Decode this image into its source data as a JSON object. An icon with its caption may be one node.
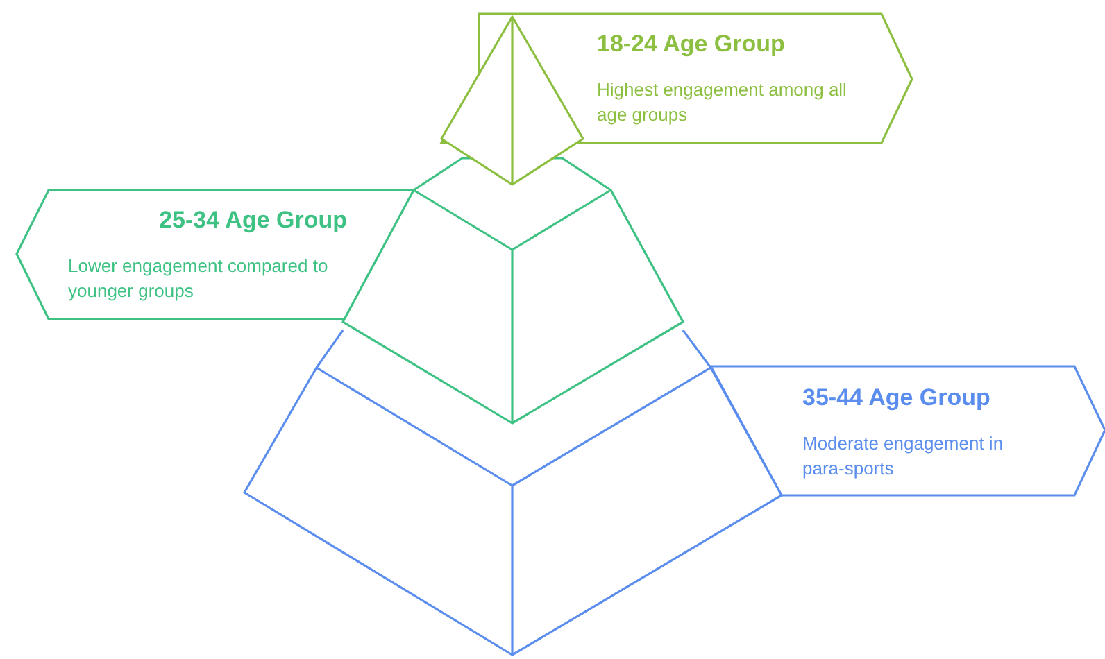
{
  "diagram": {
    "nodes": [
      {
        "text": [
          "18-24 Age Group",
          "Highest engagement among all age groups"
        ]
      },
      {
        "text": [
          "25-34 Age Group",
          "Lower engagement compared to younger groups"
        ]
      },
      {
        "text": [
          "35-44 Age Group",
          "Moderate engagement in para-sports"
        ]
      }
    ]
  }
}
